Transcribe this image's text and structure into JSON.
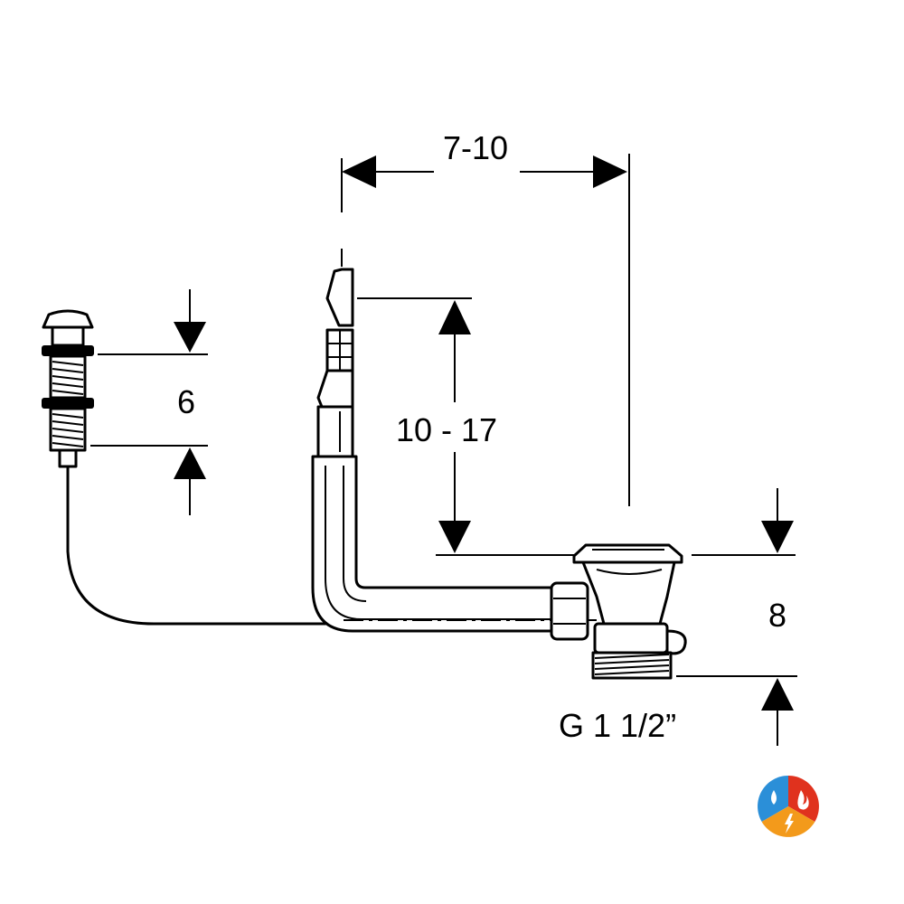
{
  "dimensions": {
    "width_range": "7-10",
    "height_range": "10 - 17",
    "button_thickness": "6",
    "outlet_height": "8",
    "thread": "G 1 1/2”"
  },
  "icons": {
    "badge": "water-fire-electricity-icon",
    "badge_colors": {
      "water": "#2b8fd8",
      "fire": "#e0321e",
      "electric": "#f39a1b"
    }
  }
}
